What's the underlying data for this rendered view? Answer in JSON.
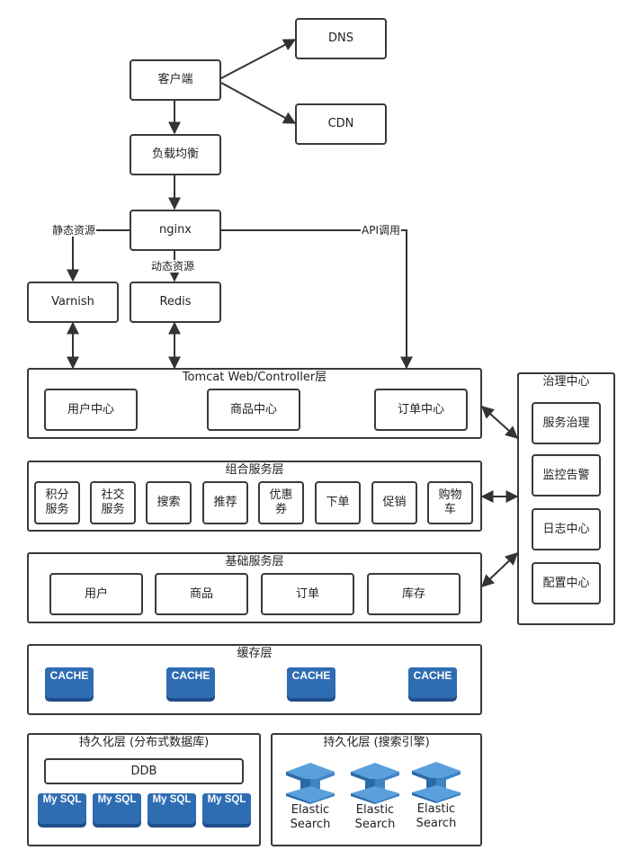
{
  "top": {
    "client": "客户端",
    "dns": "DNS",
    "cdn": "CDN",
    "load_balance": "负载均衡",
    "nginx": "nginx",
    "varnish": "Varnish",
    "redis": "Redis"
  },
  "edge_labels": {
    "static": "静态资源",
    "dynamic": "动态资源",
    "api": "API调用"
  },
  "tomcat_layer": {
    "title": "Tomcat Web/Controller层",
    "items": [
      "用户中心",
      "商品中心",
      "订单中心"
    ]
  },
  "combo_layer": {
    "title": "组合服务层",
    "items": [
      "积分\n服务",
      "社交\n服务",
      "搜索",
      "推荐",
      "优惠\n券",
      "下单",
      "促销",
      "购物\n车"
    ]
  },
  "base_layer": {
    "title": "基础服务层",
    "items": [
      "用户",
      "商品",
      "订单",
      "库存"
    ]
  },
  "cache_layer": {
    "title": "缓存层",
    "items": [
      "CACHE",
      "CACHE",
      "CACHE",
      "CACHE"
    ]
  },
  "db_layer": {
    "title": "持久化层 (分布式数据库)",
    "ddb": "DDB",
    "items": [
      "My SQL",
      "My SQL",
      "My SQL",
      "My SQL"
    ]
  },
  "search_layer": {
    "title": "持久化层 (搜索引擎)",
    "items": [
      "Elastic\nSearch",
      "Elastic\nSearch",
      "Elastic\nSearch"
    ]
  },
  "governance": {
    "title": "治理中心",
    "items": [
      "服务治理",
      "监控告警",
      "日志中心",
      "配置中心"
    ]
  },
  "colors": {
    "line": "#333333",
    "cache_blue": "#2f6db3",
    "cache_dark": "#1f4f8a",
    "es_light": "#5aa0dc",
    "es_dark": "#2b6aa8"
  }
}
